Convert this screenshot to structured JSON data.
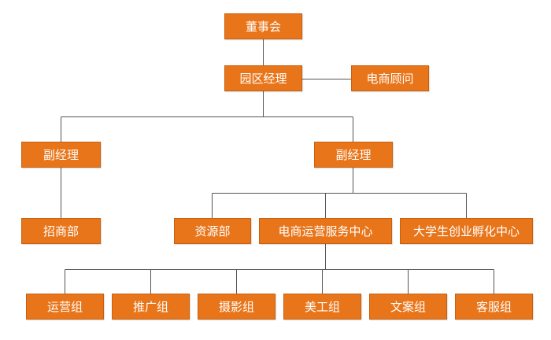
{
  "colors": {
    "node_fill": "#e8751a",
    "node_border": "#c8600f",
    "node_text": "#ffffff",
    "connector": "#555555"
  },
  "nodes": {
    "board": "董事会",
    "park_manager": "园区经理",
    "ecommerce_advisor": "电商顾问",
    "deputy_manager_left": "副经理",
    "deputy_manager_right": "副经理",
    "investment_dept": "招商部",
    "resource_dept": "资源部",
    "ecommerce_center": "电商运营服务中心",
    "incubation_center": "大学生创业孵化中心",
    "operations_group": "运营组",
    "promotion_group": "推广组",
    "photography_group": "摄影组",
    "design_group": "美工组",
    "copywriting_group": "文案组",
    "customer_service_group": "客服组"
  }
}
